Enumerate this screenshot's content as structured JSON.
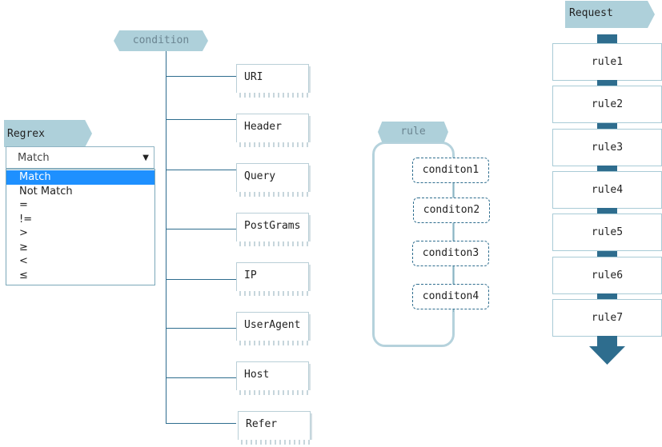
{
  "condition_tree": {
    "title": "condition",
    "items": [
      "URI",
      "Header",
      "Query",
      "PostGrams",
      "IP",
      "UserAgent",
      "Host",
      "Refer"
    ]
  },
  "regrex": {
    "label": "Regrex",
    "selected": "Match",
    "options": [
      "Match",
      "Not Match",
      "=",
      "!=",
      ">",
      "≥",
      "<",
      "≤"
    ]
  },
  "rule_group": {
    "title": "rule",
    "conditions": [
      "conditon1",
      "conditon2",
      "conditon3",
      "conditon4"
    ]
  },
  "request_flow": {
    "title": "Request",
    "rules": [
      "rule1",
      "rule2",
      "rule3",
      "rule4",
      "rule5",
      "rule6",
      "rule7"
    ]
  },
  "colors": {
    "accent": "#2e6d8e",
    "tag": "#aed0da",
    "highlight": "#1e90ff"
  }
}
